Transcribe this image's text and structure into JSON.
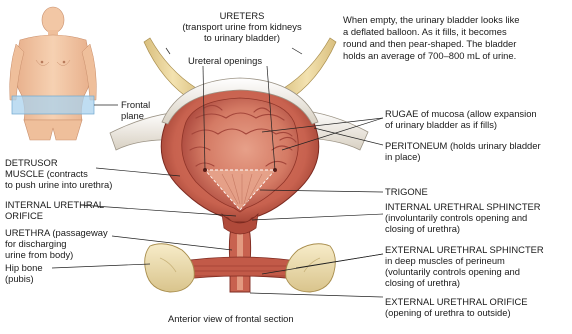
{
  "intro_note": {
    "lines": [
      "When empty, the urinary bladder looks like",
      "a deflated balloon. As it fills, it becomes",
      "round and then pear-shaped. The bladder",
      "holds an average of 700–800 mL of urine."
    ]
  },
  "inset": {
    "plane_label_lines": [
      "Frontal",
      "plane"
    ]
  },
  "caption": "Anterior view of frontal section",
  "labels": {
    "ureters": {
      "lines": [
        "URETERS",
        "(transport urine from kidneys",
        "to urinary bladder)"
      ]
    },
    "ureteral_openings": {
      "lines": [
        "Ureteral openings"
      ]
    },
    "rugae": {
      "lines": [
        "RUGAE of mucosa (allow expansion",
        "of urinary bladder as if fills)"
      ]
    },
    "peritoneum": {
      "lines": [
        "PERITONEUM (holds urinary bladder",
        "in place)"
      ]
    },
    "detrusor": {
      "lines": [
        "DETRUSOR",
        "MUSCLE (contracts",
        "to push urine into urethra)"
      ]
    },
    "trigone": {
      "lines": [
        "TRIGONE"
      ]
    },
    "internal_orifice": {
      "lines": [
        "INTERNAL URETHRAL",
        "ORIFICE"
      ]
    },
    "internal_sphincter": {
      "lines": [
        "INTERNAL URETHRAL SPHINCTER",
        "(involuntarily controls opening and",
        "closing of urethra)"
      ]
    },
    "urethra": {
      "lines": [
        "URETHRA (passageway",
        "for discharging",
        "urine from body)"
      ]
    },
    "external_sphincter": {
      "lines": [
        "EXTERNAL URETHRAL SPHINCTER",
        "in deep muscles of perineum",
        "(voluntarily controls opening and",
        "closing of urethra)"
      ]
    },
    "hip_bone": {
      "lines": [
        "Hip bone",
        "(pubis)"
      ]
    },
    "external_orifice": {
      "lines": [
        "EXTERNAL URETHRAL ORIFICE",
        "(opening of urethra to outside)"
      ]
    }
  },
  "colors": {
    "muscle": "#c8624f",
    "muscle_dark": "#8f3428",
    "mucosa": "#e39a80",
    "lumen": "#b94a3c",
    "peritoneum": "#ede7dc",
    "bone": "#f0e3b8",
    "bone_dark": "#c9b37a",
    "ureter": "#e9d39a",
    "skin": "#f2c7a5",
    "plane": "#a9d2ee",
    "leader": "#222222"
  }
}
